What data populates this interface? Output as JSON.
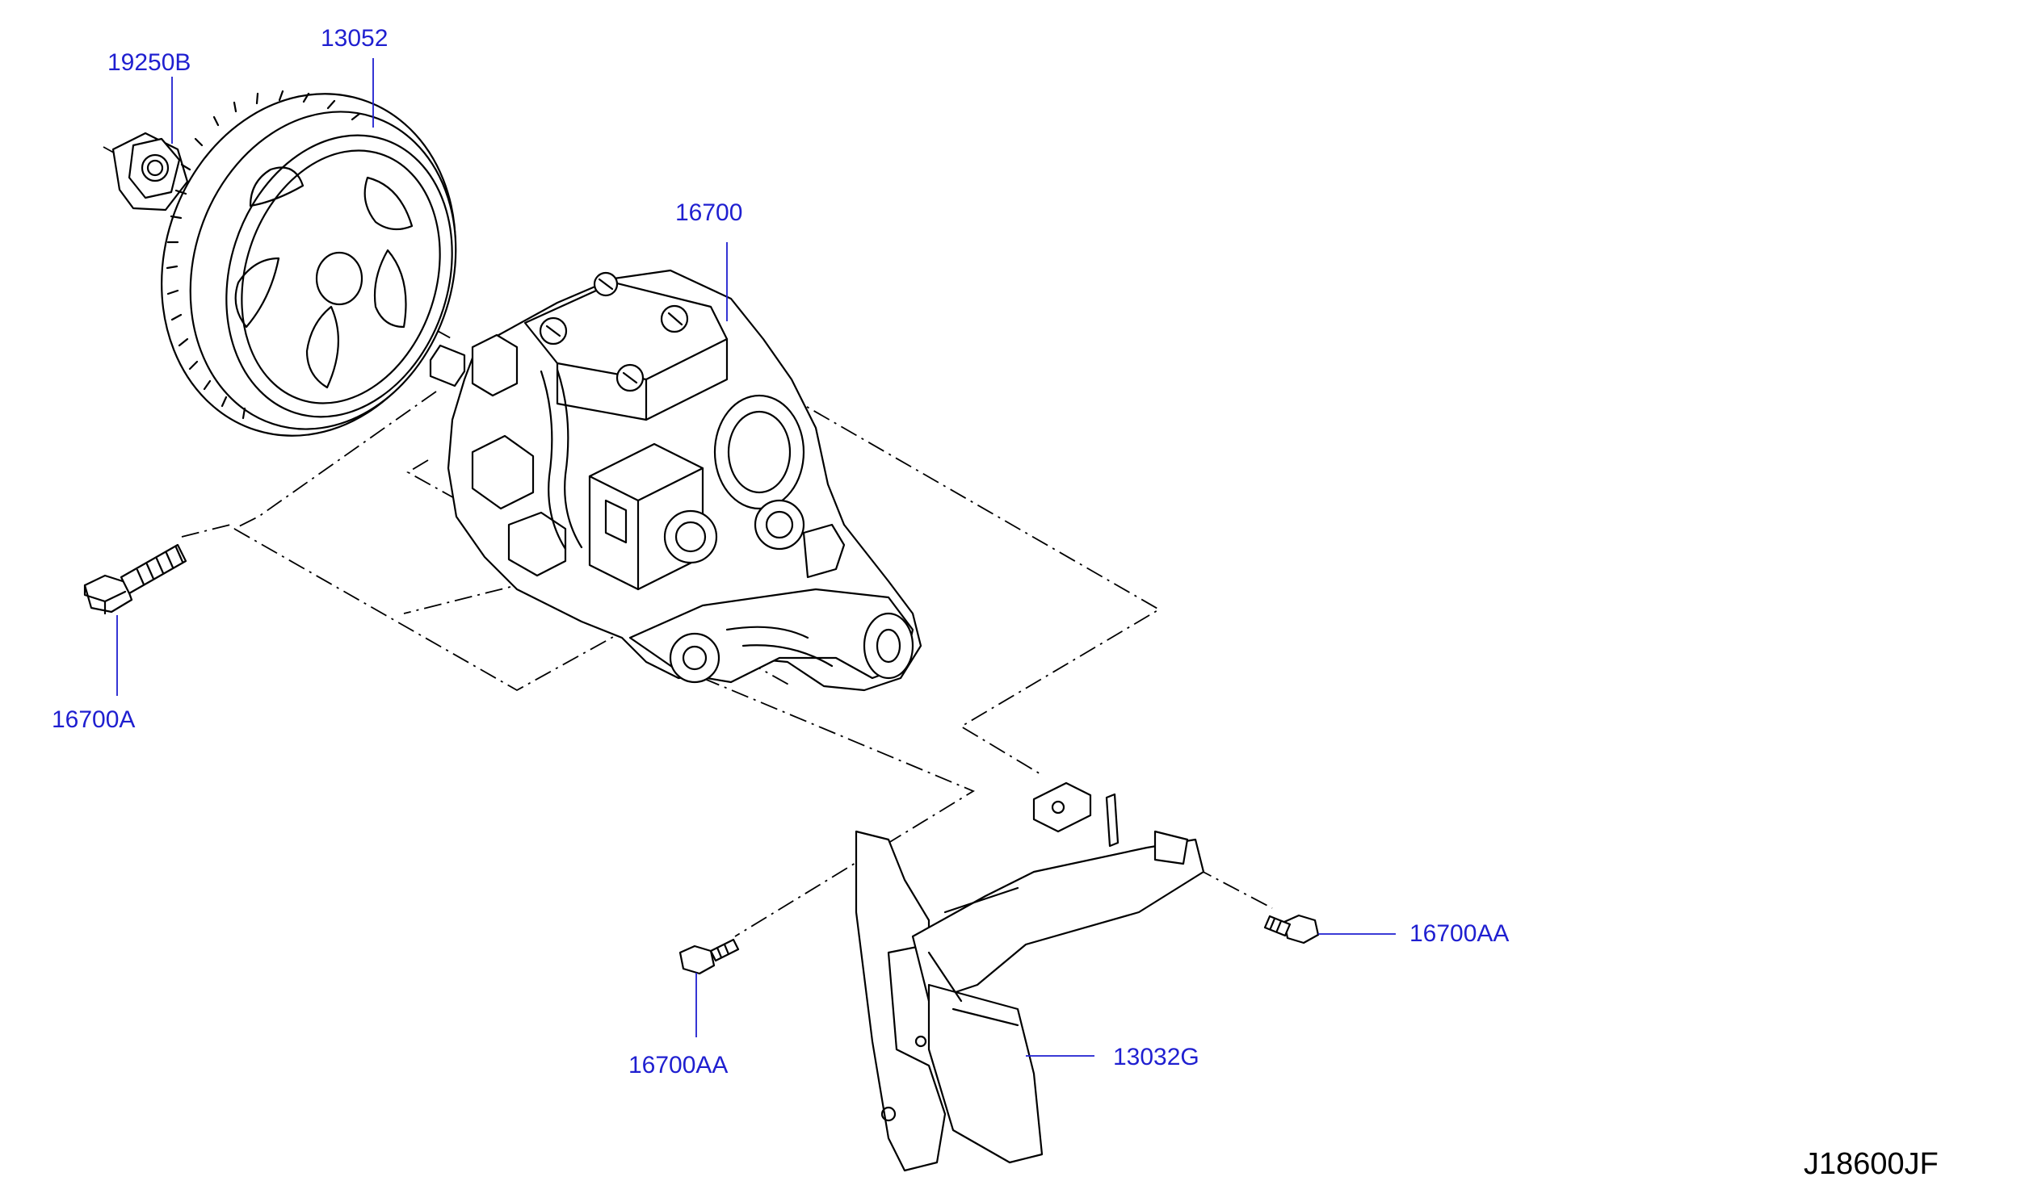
{
  "diagram": {
    "parts": [
      {
        "id": "p19250B",
        "label": "19250B",
        "part": "pulley-nut"
      },
      {
        "id": "p13052",
        "label": "13052",
        "part": "pump-sprocket"
      },
      {
        "id": "p16700",
        "label": "16700",
        "part": "fuel-injection-pump"
      },
      {
        "id": "p16700A",
        "label": "16700A",
        "part": "pump-mounting-bolt"
      },
      {
        "id": "p16700AA_r",
        "label": "16700AA",
        "part": "bracket-bolt-right"
      },
      {
        "id": "p16700AA_b",
        "label": "16700AA",
        "part": "bracket-bolt-bottom"
      },
      {
        "id": "p13032G",
        "label": "13032G",
        "part": "pump-bracket"
      }
    ],
    "drawing_code": "J18600JF",
    "label_color": "#1f1fd0",
    "line_color": "#000000"
  }
}
